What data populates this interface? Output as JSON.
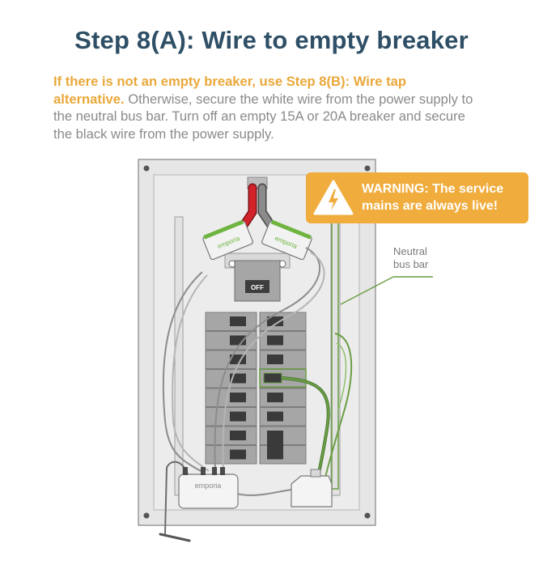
{
  "heading": "Step 8(A): Wire to empty breaker",
  "instructions": {
    "highlight": "If there is not an empty breaker, use Step 8(B): Wire tap alternative.",
    "body": " Otherwise, secure the white wire from the power supply to the neutral bus bar. Turn off an empty 15A or 20A breaker and secure the black wire from the power supply."
  },
  "warning": {
    "line1": "WARNING: The service",
    "line2": "mains are always live!",
    "icon": "lightning-warning-icon"
  },
  "labels": {
    "neutral_line1": "Neutral",
    "neutral_line2": "bus bar",
    "main_breaker": "OFF",
    "ct_left": "emporia",
    "ct_right": "emporia",
    "monitor": "emporia"
  },
  "colors": {
    "title": "#2e4f66",
    "accent": "#f0ac3c",
    "highlight_text": "#e9a83a",
    "body_text": "#8a8a8a",
    "panel": "#e6e6e6",
    "breaker": "#a6a6a6",
    "hot_wire": "#d2232a",
    "neutral_wire": "#5f9a3c",
    "ct_clamp": "#6fb43f"
  }
}
